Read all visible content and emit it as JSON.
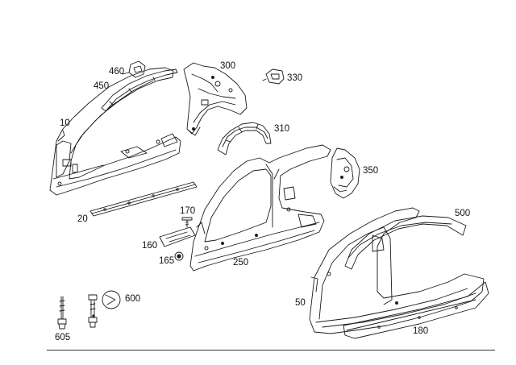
{
  "labels": {
    "p10": "10",
    "p20": "20",
    "p50": "50",
    "p160": "160",
    "p165": "165",
    "p170": "170",
    "p180": "180",
    "p250": "250",
    "p300": "300",
    "p310": "310",
    "p330": "330",
    "p350": "350",
    "p450": "450",
    "p460": "460",
    "p500": "500",
    "p600": "600",
    "p605": "605"
  }
}
